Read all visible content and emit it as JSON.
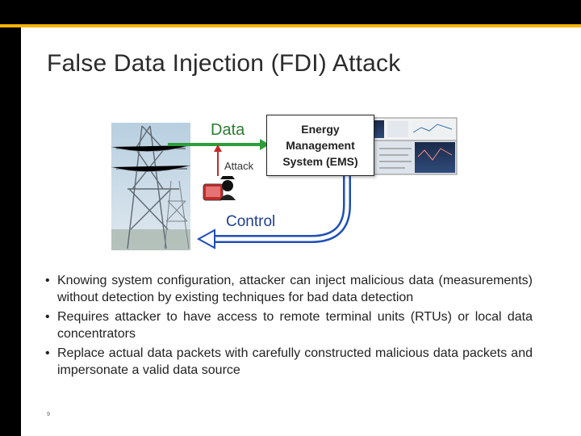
{
  "slide": {
    "title": "False Data Injection (FDI) Attack",
    "page_number": "9"
  },
  "diagram": {
    "data_label": "Data",
    "attack_label": "Attack",
    "control_label": "Control",
    "ems_label": "Energy\nManagement\nSystem (EMS)",
    "colors": {
      "data_arrow": "#2e9e3a",
      "attack_arrow": "#c62828",
      "control_arrow": "#1f4fb8"
    }
  },
  "bullets": [
    {
      "marker": "•",
      "text": "Knowing system configuration, attacker can inject malicious data (measurements) without detection by existing techniques for bad data detection"
    },
    {
      "marker": "•",
      "text": "Requires attacker to have access to remote terminal units (RTUs) or local data concentrators"
    },
    {
      "marker": "•",
      "text": "Replace actual data packets with carefully constructed malicious data packets and impersonate a valid data source"
    }
  ],
  "theme": {
    "accent": "#f5b400",
    "frame": "#000000"
  }
}
